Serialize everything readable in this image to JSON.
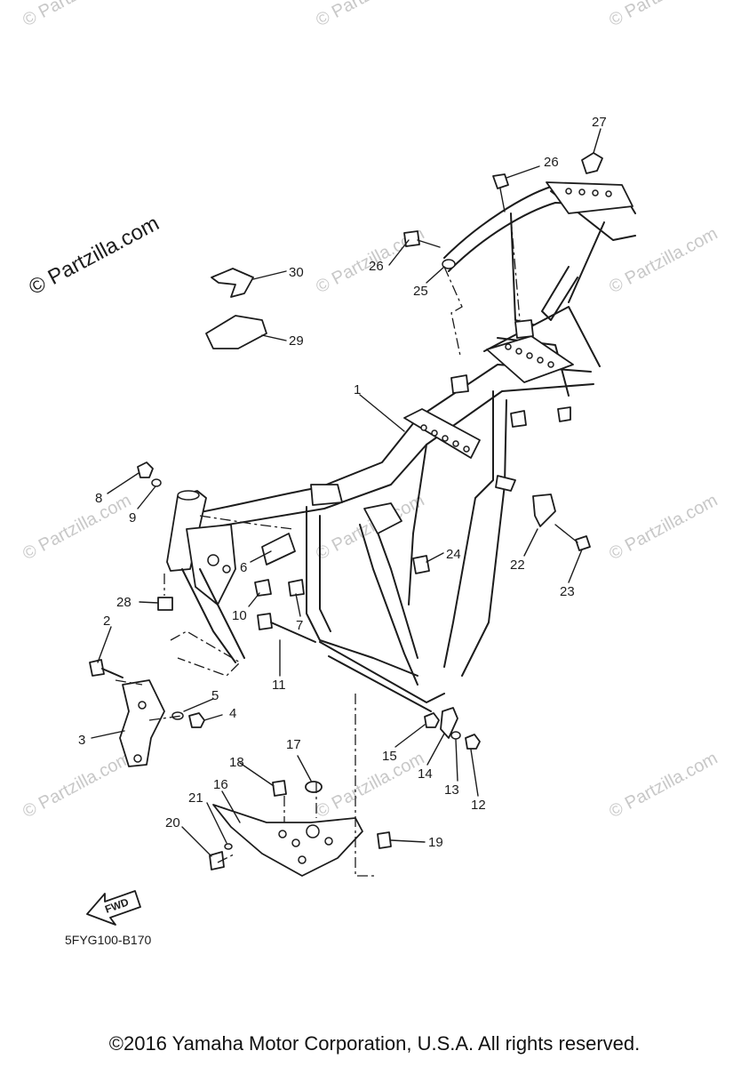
{
  "watermark": {
    "faint_text": "© Partzilla.com",
    "main_text": "© Partzilla.com"
  },
  "diagram_code": "5FYG100-B170",
  "fwd_label": "FWD",
  "copyright": "©2016 Yamaha Motor Corporation, U.S.A. All rights reserved.",
  "callouts": [
    "1",
    "2",
    "3",
    "4",
    "5",
    "6",
    "7",
    "8",
    "9",
    "10",
    "11",
    "12",
    "13",
    "14",
    "15",
    "16",
    "17",
    "18",
    "19",
    "20",
    "21",
    "22",
    "23",
    "24",
    "25",
    "26",
    "26",
    "27",
    "28",
    "29",
    "30"
  ]
}
